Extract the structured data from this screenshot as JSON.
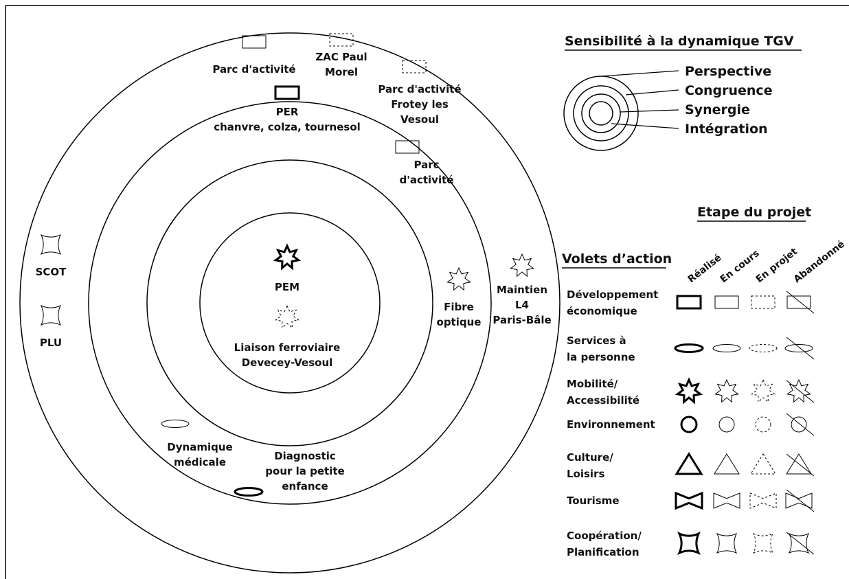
{
  "legend": {
    "title": "Sensibilité à la dynamique TGV",
    "rings": [
      "Perspective",
      "Congruence",
      "Synergie",
      "Intégration"
    ]
  },
  "stages_title": "Etape du projet",
  "volets_title": "Volets d’action",
  "stages": [
    "Réalisé",
    "En cours",
    "En projet",
    "Abandonné"
  ],
  "rows": [
    {
      "label": [
        "Développement",
        "économique"
      ],
      "shape": "rect"
    },
    {
      "label": [
        "Services à",
        "la personne"
      ],
      "shape": "ellipse"
    },
    {
      "label": [
        "Mobilité/",
        "Accessibilité"
      ],
      "shape": "star"
    },
    {
      "label": [
        "Environnement"
      ],
      "shape": "circle"
    },
    {
      "label": [
        "Culture/",
        "Loisirs"
      ],
      "shape": "triangle"
    },
    {
      "label": [
        "Tourisme"
      ],
      "shape": "bowtie"
    },
    {
      "label": [
        "Coopération/",
        "Planification"
      ],
      "shape": "concave"
    }
  ],
  "projects": [
    {
      "name": "parc-activite-1",
      "label": [
        "Parc d'activité"
      ],
      "shape": "rect",
      "stage": "En cours"
    },
    {
      "name": "zac-paul-morel",
      "label": [
        "ZAC Paul",
        "Morel"
      ],
      "shape": "rect",
      "stage": "En projet"
    },
    {
      "name": "parc-activite-frotey",
      "label": [
        "Parc d'activité",
        "Frotey les",
        "Vesoul"
      ],
      "shape": "rect",
      "stage": "En projet"
    },
    {
      "name": "per",
      "label": [
        "PER",
        "chanvre, colza, tournesol"
      ],
      "shape": "rect",
      "stage": "Réalisé"
    },
    {
      "name": "parc-activite-2",
      "label": [
        "Parc",
        "d'activité"
      ],
      "shape": "rect",
      "stage": "En cours"
    },
    {
      "name": "scot",
      "label": [
        "SCOT"
      ],
      "shape": "concave",
      "stage": "En cours"
    },
    {
      "name": "plu",
      "label": [
        "PLU"
      ],
      "shape": "concave",
      "stage": "En cours"
    },
    {
      "name": "pem",
      "label": [
        "PEM"
      ],
      "shape": "star",
      "stage": "Réalisé"
    },
    {
      "name": "liaison-ferroviaire",
      "label": [
        "Liaison ferroviaire",
        "Devecey-Vesoul"
      ],
      "shape": "star",
      "stage": "En projet"
    },
    {
      "name": "fibre-optique",
      "label": [
        "Fibre",
        "optique"
      ],
      "shape": "star",
      "stage": "En cours"
    },
    {
      "name": "maintien-l4",
      "label": [
        "Maintien",
        "L4",
        "Paris-Bâle"
      ],
      "shape": "star",
      "stage": "En cours"
    },
    {
      "name": "dynamique-medicale",
      "label": [
        "Dynamique",
        "médicale"
      ],
      "shape": "ellipse",
      "stage": "En cours"
    },
    {
      "name": "diagnostic-petite-enfance",
      "label": [
        "Diagnostic",
        "pour la petite",
        "enfance"
      ],
      "shape": "ellipse",
      "stage": "Réalisé"
    }
  ]
}
